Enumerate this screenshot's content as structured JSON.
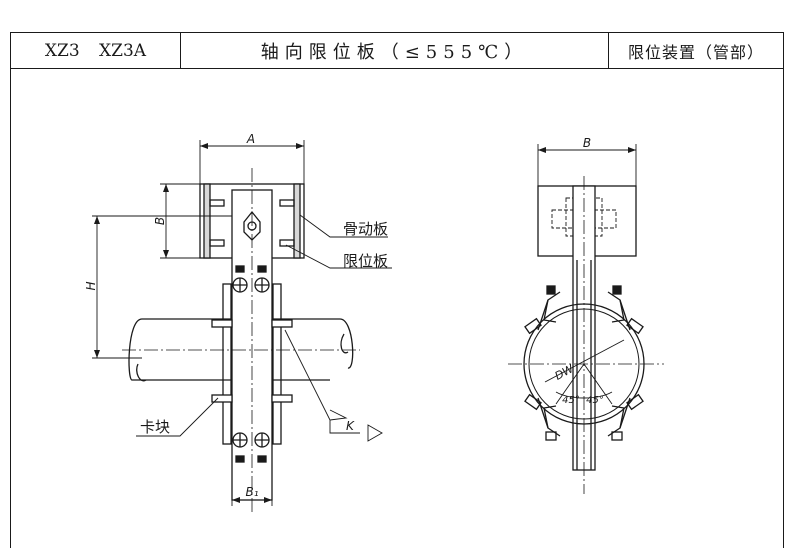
{
  "title_block": {
    "model_codes": "XZ3   XZ3A",
    "title": "轴向限位板（≤555℃）",
    "category": "限位装置（管部）"
  },
  "side_view": {
    "dim_A": "A",
    "dim_B": "B",
    "dim_H": "H",
    "dim_B1": "B₁",
    "label_bracket": "骨动板",
    "label_stop_plate": "限位板",
    "label_block": "卡块",
    "section_mark": "K"
  },
  "section_view": {
    "dim_B": "B",
    "pipe_dia": "DW",
    "angle_left": "45°",
    "angle_right": "45°"
  }
}
